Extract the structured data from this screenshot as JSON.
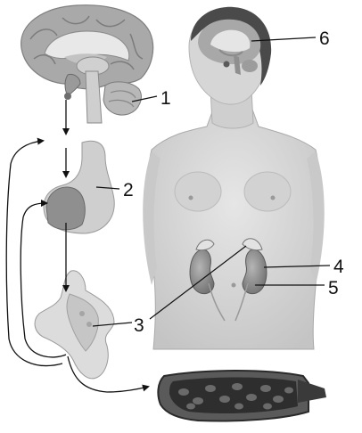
{
  "labels": {
    "n1": "1",
    "n2": "2",
    "n3": "3",
    "n4": "4",
    "n5": "5",
    "n6": "6"
  },
  "colors": {
    "skin": "#d9d9d9",
    "skin_shadow": "#bdbdbd",
    "brain_outer": "#a7a7a7",
    "brain_inner": "#e9e9e9",
    "hair": "#4a4a4a",
    "organ_dark": "#7a7a7a",
    "organ_mid": "#9a9a9a",
    "vessel_wall": "#3a3a3a",
    "vessel_inner": "#2a2a2a",
    "line": "#111111"
  }
}
